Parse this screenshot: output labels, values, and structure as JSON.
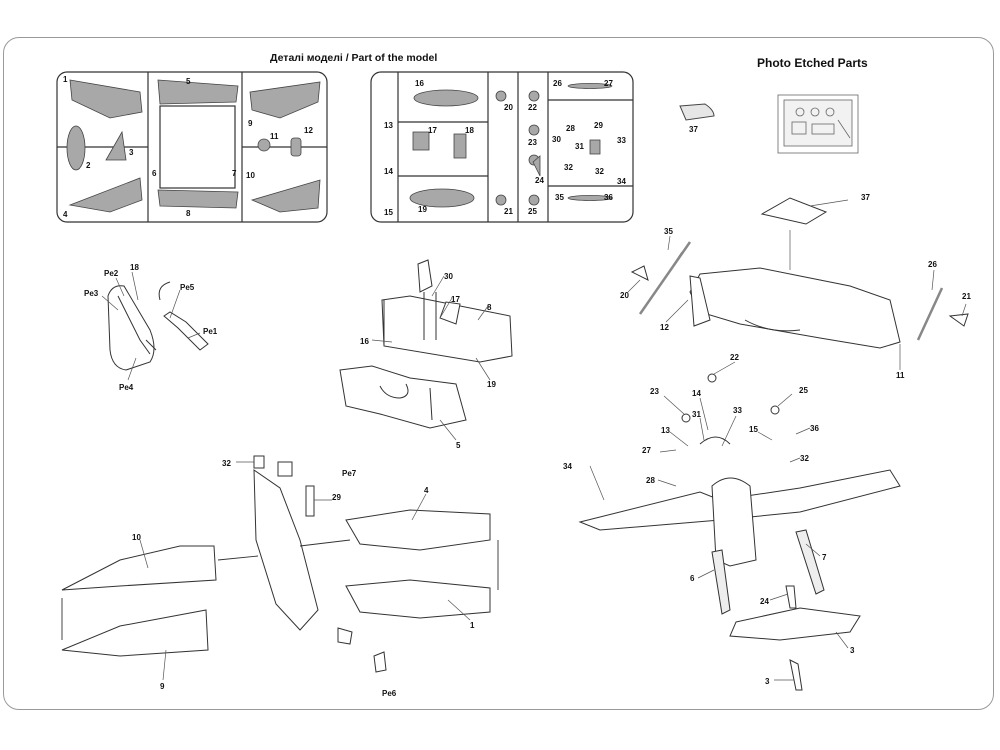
{
  "titles": {
    "model_parts": "Деталі моделі / Part of the model",
    "photo_etched": "Photo Etched Parts"
  },
  "sprue_a_labels": [
    "1",
    "2",
    "3",
    "4",
    "5",
    "6",
    "7",
    "8",
    "9",
    "10",
    "11",
    "12"
  ],
  "sprue_b_labels": [
    "13",
    "14",
    "15",
    "16",
    "17",
    "18",
    "19",
    "20",
    "21",
    "22",
    "23",
    "24",
    "25",
    "26",
    "27",
    "28",
    "29",
    "30",
    "31",
    "32",
    "32",
    "33",
    "34",
    "35",
    "36"
  ],
  "part_37": "37",
  "seat_labels": [
    "18",
    "Pe2",
    "Pe3",
    "Pe5",
    "Pe1",
    "Pe4"
  ],
  "fuselage_labels": [
    "30",
    "17",
    "8",
    "16",
    "19",
    "5"
  ],
  "side_view_labels": [
    "35",
    "37",
    "26",
    "21",
    "20",
    "12",
    "11"
  ],
  "wing_assembly_labels": [
    "32",
    "Pe7",
    "29",
    "4",
    "10",
    "1",
    "9",
    "Pe6"
  ],
  "final_assembly_labels": [
    "22",
    "25",
    "23",
    "14",
    "31",
    "33",
    "15",
    "36",
    "13",
    "27",
    "32",
    "34",
    "28",
    "7",
    "6",
    "24",
    "3",
    "3"
  ],
  "colors": {
    "gray_part": "#a8a8a8",
    "line": "#333333",
    "frame": "#9a9a9a"
  }
}
